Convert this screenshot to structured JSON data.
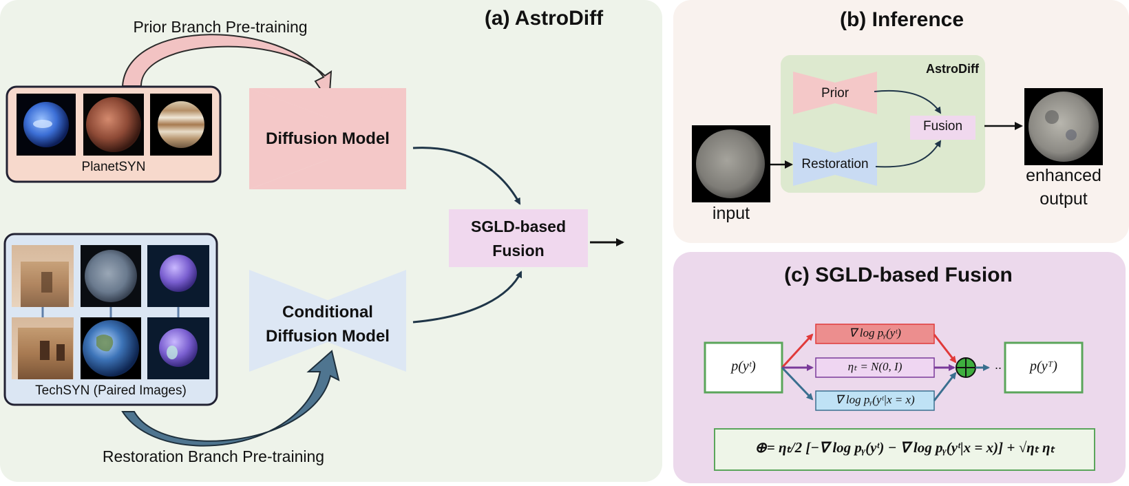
{
  "panel_a": {
    "title": "(a) AstroDiff",
    "prior_pretraining_label": "Prior Branch Pre-training",
    "restoration_pretraining_label": "Restoration  Branch Pre-training",
    "planetsyn_label": "PlanetSYN",
    "techsyn_label": "TechSYN (Paired Images)",
    "diffusion_model_label": "Diffusion Model",
    "conditional_line1": "Conditional",
    "conditional_line2": "Diffusion Model",
    "fusion_line1": "SGLD-based",
    "fusion_line2": "Fusion"
  },
  "panel_b": {
    "title": "(b) Inference",
    "astrodiff_label": "AstroDiff",
    "prior_label": "Prior",
    "restoration_label": "Restoration",
    "fusion_label": "Fusion",
    "input_label": "input",
    "output_line1": "enhanced",
    "output_line2": "output"
  },
  "panel_c": {
    "title": "(c) SGLD-based Fusion",
    "p_yt": "p(yᵗ)",
    "p_yT": "p(yᵀ)",
    "grad_prior": "∇ log pᵧ(yᵗ)",
    "noise": "ηₜ = N(0, I)",
    "grad_cond": "∇ log pᵧ(yᵗ|x = x)",
    "dots": "..",
    "formula": "⊕= ηₜ/2 [−∇ log pᵧ(yᵗ) − ∇ log pᵧ(yᵗ|x = x)] + √ηₜ ηₜ"
  },
  "colors": {
    "prior_pink": "#f4c8c8",
    "restoration_blue": "#dde7f4",
    "fusion_purple": "#f0d8ee",
    "box_green": "#5aa55a",
    "arrow_red": "#e03a3a",
    "arrow_purple": "#7a3a9a",
    "arrow_blue": "#3a6f8f"
  }
}
